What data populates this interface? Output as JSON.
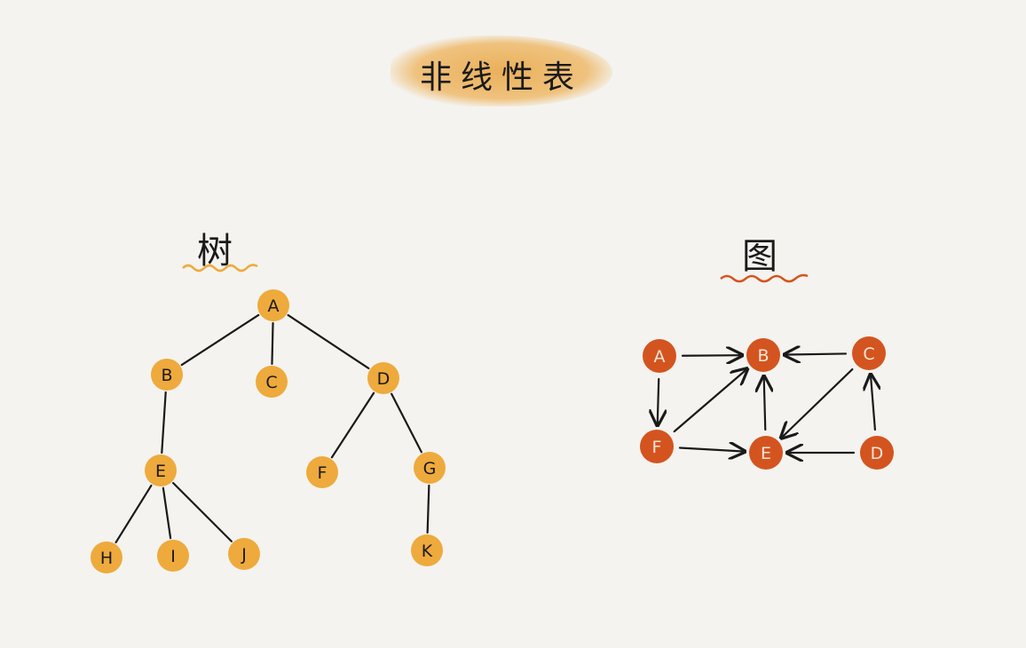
{
  "title": "非线性表",
  "tree": {
    "heading": "树",
    "node_color": "#eeaa3c",
    "underline_color": "#eeaa3c",
    "nodes": [
      "A",
      "B",
      "C",
      "D",
      "E",
      "F",
      "G",
      "H",
      "I",
      "J",
      "K"
    ],
    "edges": [
      [
        "A",
        "B"
      ],
      [
        "A",
        "C"
      ],
      [
        "A",
        "D"
      ],
      [
        "B",
        "E"
      ],
      [
        "D",
        "F"
      ],
      [
        "D",
        "G"
      ],
      [
        "E",
        "H"
      ],
      [
        "E",
        "I"
      ],
      [
        "E",
        "J"
      ],
      [
        "G",
        "K"
      ]
    ]
  },
  "graph": {
    "heading": "图",
    "node_color": "#d4541f",
    "underline_color": "#d4541f",
    "nodes": [
      "A",
      "B",
      "C",
      "D",
      "E",
      "F"
    ],
    "edges": [
      [
        "A",
        "B"
      ],
      [
        "C",
        "B"
      ],
      [
        "A",
        "F"
      ],
      [
        "F",
        "B"
      ],
      [
        "E",
        "B"
      ],
      [
        "C",
        "E"
      ],
      [
        "F",
        "E"
      ],
      [
        "D",
        "E"
      ],
      [
        "D",
        "C"
      ]
    ]
  }
}
